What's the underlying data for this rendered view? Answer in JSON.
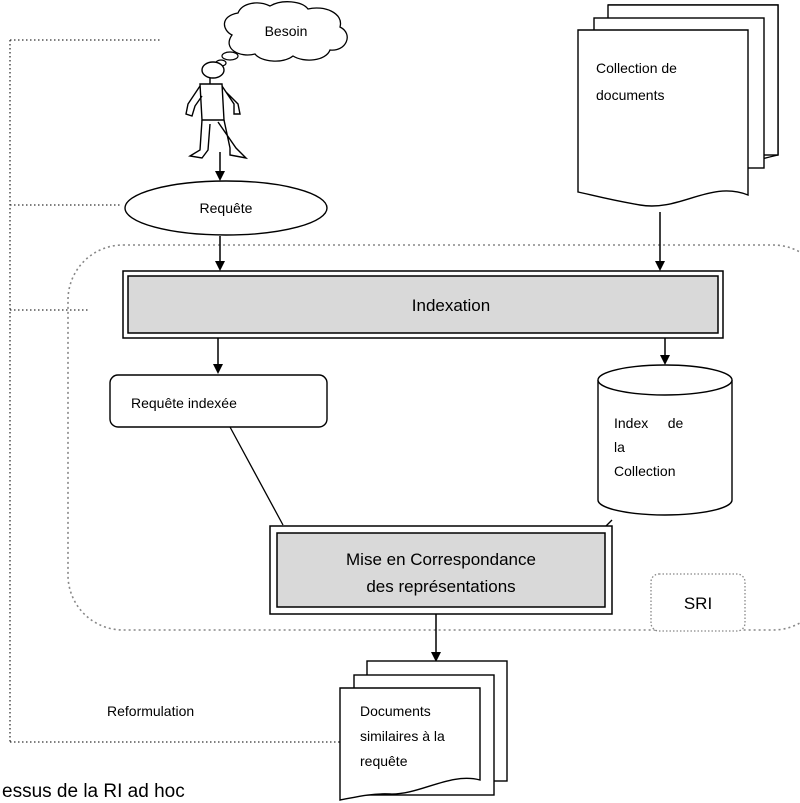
{
  "diagram": {
    "need_cloud": "Besoin",
    "query": "Requête",
    "collection": [
      "Collection de",
      "documents"
    ],
    "indexing": "Indexation",
    "indexed_query": "Requête indexée",
    "index_db": [
      "Index     de",
      "la",
      "Collection"
    ],
    "matching": [
      "Mise en Correspondance",
      "des représentations"
    ],
    "system": "SRI",
    "results": [
      "Documents",
      "similaires à la",
      "requête"
    ],
    "feedback": "Reformulation",
    "caption": "essus de la RI ad hoc"
  },
  "colors": {
    "box_fill": "#d9d9d9",
    "stroke": "#000000",
    "dotted": "#888888"
  }
}
